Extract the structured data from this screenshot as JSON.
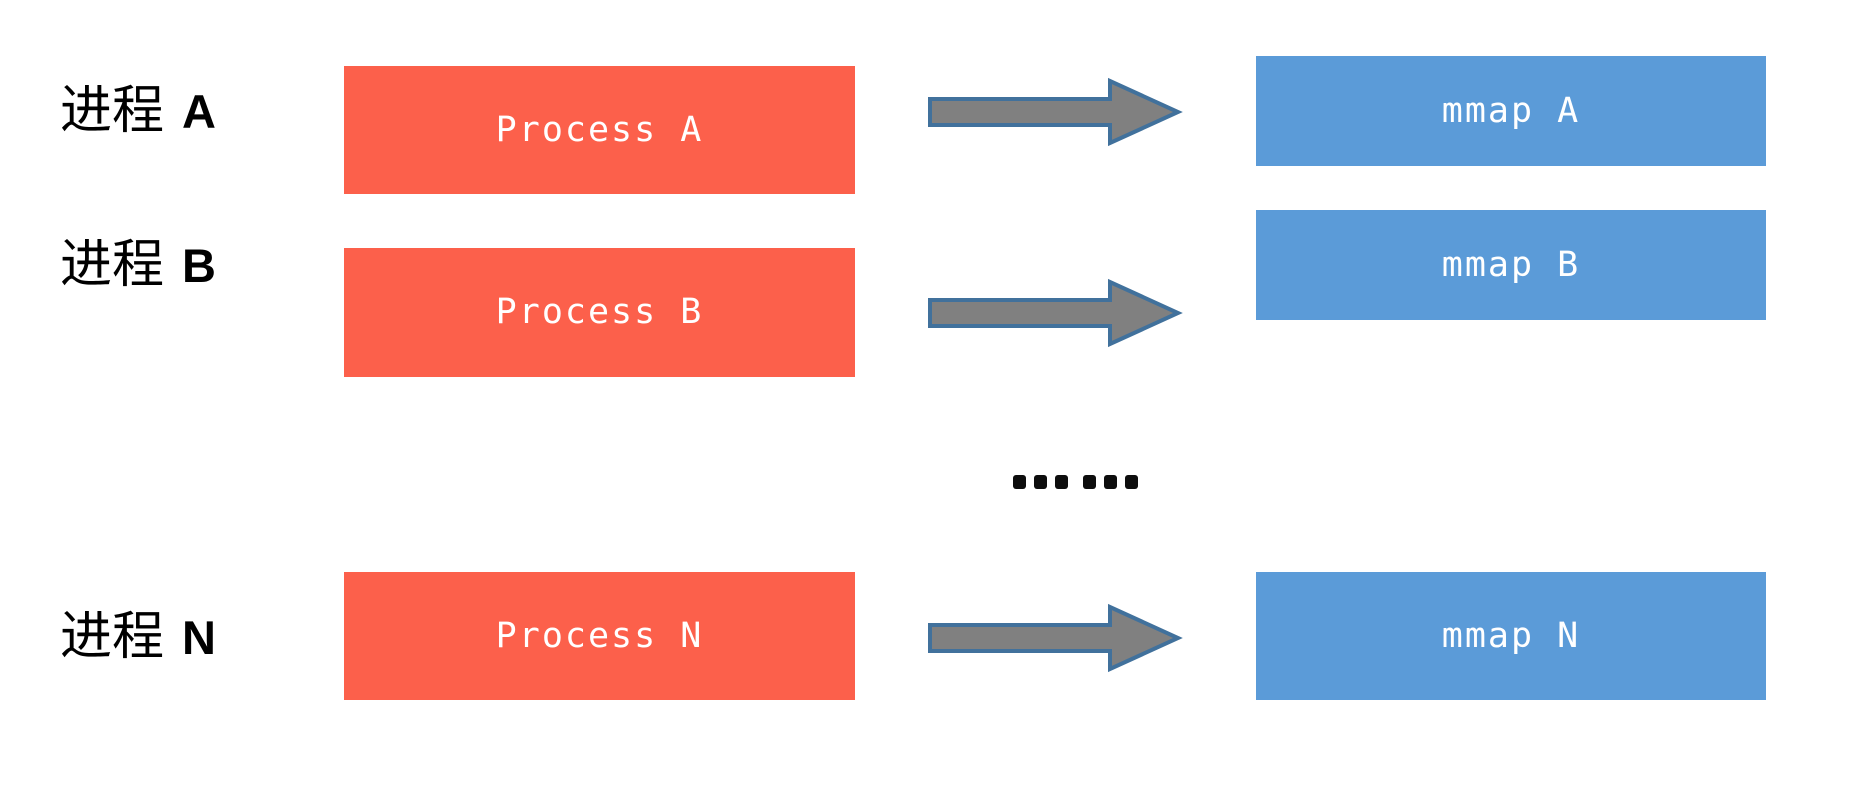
{
  "diagram": {
    "type": "process-mmap-mapping",
    "background_color": "#FFFFFF",
    "palette": {
      "process_box": "#FC604B",
      "mmap_box": "#5B9BD8",
      "arrow_fill": "#808080",
      "arrow_border": "#41719C",
      "box_text": "#FFFFFF",
      "label_text": "#000000",
      "ellipsis_dot": "#0D0D0D"
    },
    "rows": [
      {
        "label_cjk": "进程",
        "label_suffix": "A",
        "process_text": "Process A",
        "mmap_text": "mmap A",
        "arrow_name": "arrow-a"
      },
      {
        "label_cjk": "进程",
        "label_suffix": "B",
        "process_text": "Process B",
        "mmap_text": "mmap B",
        "arrow_name": "arrow-b"
      },
      {
        "label_cjk": "进程",
        "label_suffix": "N",
        "process_text": "Process N",
        "mmap_text": "mmap N",
        "arrow_name": "arrow-n"
      }
    ],
    "ellipsis": {
      "text": "……",
      "dot_count": 6
    }
  }
}
